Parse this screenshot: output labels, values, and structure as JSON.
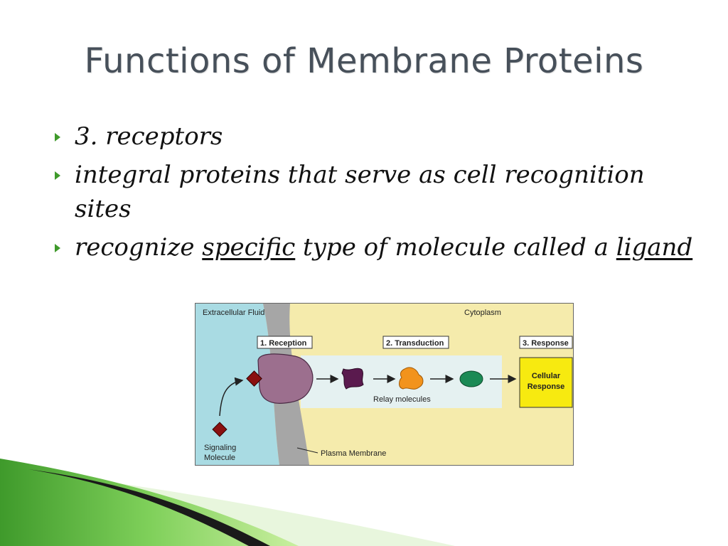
{
  "slide": {
    "title": "Functions of Membrane Proteins",
    "bullets": [
      {
        "text": "3. receptors"
      },
      {
        "text": "integral proteins that serve as cell recognition sites"
      },
      {
        "pre": "recognize ",
        "u1": "specific",
        "mid": " type of molecule called a ",
        "u2": "ligand"
      }
    ]
  },
  "diagram": {
    "labels": {
      "extracellular": "Extracellular Fluid",
      "cytoplasm": "Cytoplasm",
      "reception": "1. Reception",
      "transduction": "2. Transduction",
      "response": "3. Response",
      "cellular_response_1": "Cellular",
      "cellular_response_2": "Response",
      "relay": "Relay molecules",
      "signaling_1": "Signaling",
      "signaling_2": "Molecule",
      "membrane": "Plasma Membrane"
    },
    "colors": {
      "extracellular": "#a9dbe3",
      "cytoplasm": "#f5ebac",
      "membrane": "#a6a6a6",
      "relay_band": "#e5f1f1",
      "receptor": "#9c6f8e",
      "ligand": "#8a1010",
      "relay1": "#5a1a4e",
      "relay2": "#f2931c",
      "relay3": "#1b8a55",
      "response_box": "#f7ea10"
    }
  },
  "decor": {
    "green": "#6cc24a",
    "dark": "#1a1a1a"
  }
}
